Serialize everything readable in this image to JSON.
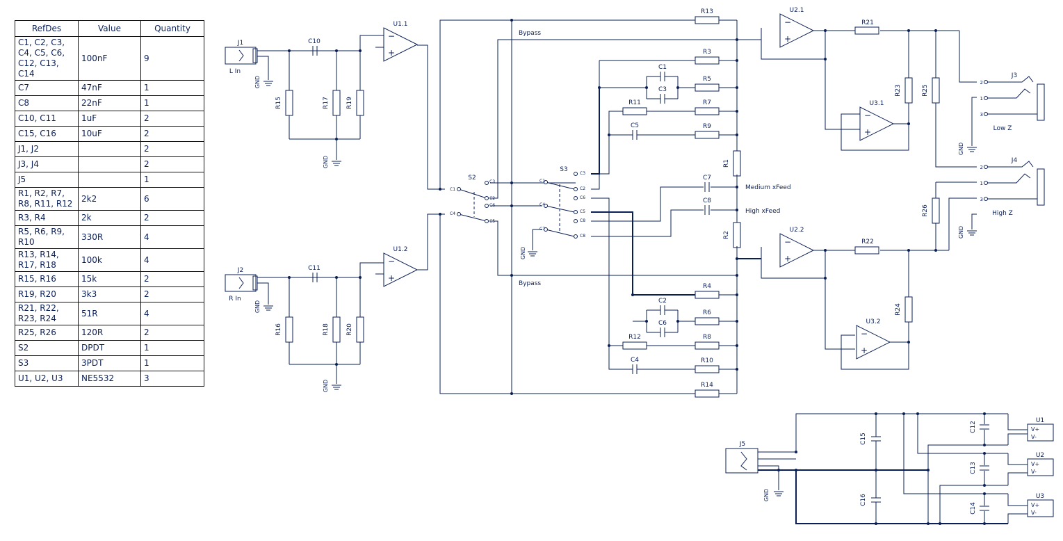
{
  "bom": {
    "headers": [
      "RefDes",
      "Value",
      "Quantity"
    ],
    "rows": [
      [
        "C1, C2, C3, C4, C5, C6, C12, C13, C14",
        "100nF",
        "9"
      ],
      [
        "C7",
        "47nF",
        "1"
      ],
      [
        "C8",
        "22nF",
        "1"
      ],
      [
        "C10, C11",
        "1uF",
        "2"
      ],
      [
        "C15, C16",
        "10uF",
        "2"
      ],
      [
        "J1, J2",
        "",
        "2"
      ],
      [
        "J3, J4",
        "",
        "2"
      ],
      [
        "J5",
        "",
        "1"
      ],
      [
        "R1, R2, R7, R8, R11, R12",
        "2k2",
        "6"
      ],
      [
        "R3, R4",
        "2k",
        "2"
      ],
      [
        "R5, R6, R9, R10",
        "330R",
        "4"
      ],
      [
        "R13, R14, R17, R18",
        "100k",
        "4"
      ],
      [
        "R15, R16",
        "15k",
        "2"
      ],
      [
        "R19, R20",
        "3k3",
        "2"
      ],
      [
        "R21, R22, R23, R24",
        "51R",
        "4"
      ],
      [
        "R25, R26",
        "120R",
        "2"
      ],
      [
        "S2",
        "DPDT",
        "1"
      ],
      [
        "S3",
        "3PDT",
        "1"
      ],
      [
        "U1, U2, U3",
        "NE5532",
        "3"
      ]
    ]
  },
  "connectors": {
    "j1": "J1",
    "j2": "J2",
    "j3": "J3",
    "j4": "J4",
    "j5": "J5",
    "l_in": "L In",
    "r_in": "R In",
    "low_z": "Low Z",
    "high_z": "High Z"
  },
  "opamps": {
    "u11": "U1.1",
    "u12": "U1.2",
    "u21": "U2.1",
    "u22": "U2.2",
    "u31": "U3.1",
    "u32": "U3.2",
    "u1": "U1",
    "u2": "U2",
    "u3": "U3"
  },
  "resistors": {
    "r1": "R1",
    "r2": "R2",
    "r3": "R3",
    "r4": "R4",
    "r5": "R5",
    "r6": "R6",
    "r7": "R7",
    "r8": "R8",
    "r9": "R9",
    "r10": "R10",
    "r11": "R11",
    "r12": "R12",
    "r13": "R13",
    "r14": "R14",
    "r15": "R15",
    "r16": "R16",
    "r17": "R17",
    "r18": "R18",
    "r19": "R19",
    "r20": "R20",
    "r21": "R21",
    "r22": "R22",
    "r23": "R23",
    "r24": "R24",
    "r25": "R25",
    "r26": "R26"
  },
  "capacitors": {
    "c1": "C1",
    "c2": "C2",
    "c3": "C3",
    "c4": "C4",
    "c5": "C5",
    "c6": "C6",
    "c7": "C7",
    "c8": "C8",
    "c10": "C10",
    "c11": "C11",
    "c12": "C12",
    "c13": "C13",
    "c14": "C14",
    "c15": "C15",
    "c16": "C16"
  },
  "switches": {
    "s2": "S2",
    "s3": "S3",
    "c1": "C1",
    "c2": "C2",
    "c3": "C3",
    "c4": "C4",
    "c5": "C5",
    "c6": "C6",
    "c7": "C7",
    "c8": "C8"
  },
  "nets": {
    "gnd": "GND",
    "bypass": "Bypass",
    "medium_xfeed": "Medium xFeed",
    "high_xfeed": "High xFeed",
    "vplus": "V+",
    "vminus": "V-",
    "pin1": "1",
    "pin2": "2",
    "pin3": "3"
  },
  "colors": {
    "wire": "#0a1f57",
    "component": "#0a1f57",
    "text": "#0a1f57",
    "background": "#ffffff"
  }
}
